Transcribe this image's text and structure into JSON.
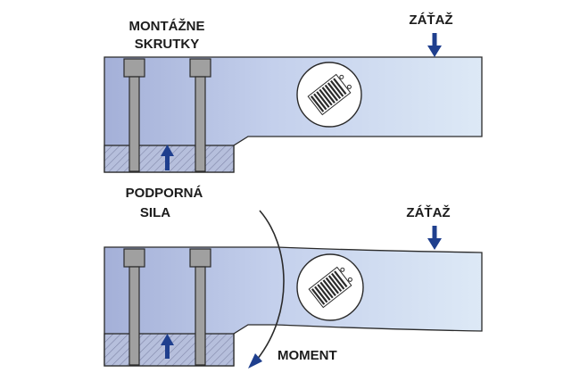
{
  "diagram": {
    "top": {
      "bolts_label_line1": "MONTÁŽNE",
      "bolts_label_line2": "SKRUTKY",
      "load_label": "ZÁŤAŽ"
    },
    "bottom": {
      "support_label_line1": "PODPORNÁ",
      "support_label_line2": "SILA",
      "load_label": "ZÁŤAŽ",
      "moment_label": "MOMENT"
    },
    "colors": {
      "beam_dark": "#a4b0d8",
      "beam_light": "#dde9f6",
      "outline": "#2a2a2a",
      "bolt": "#9c9c9c",
      "arrow": "#1f3f8e",
      "hatch": "#7f86a8"
    }
  }
}
